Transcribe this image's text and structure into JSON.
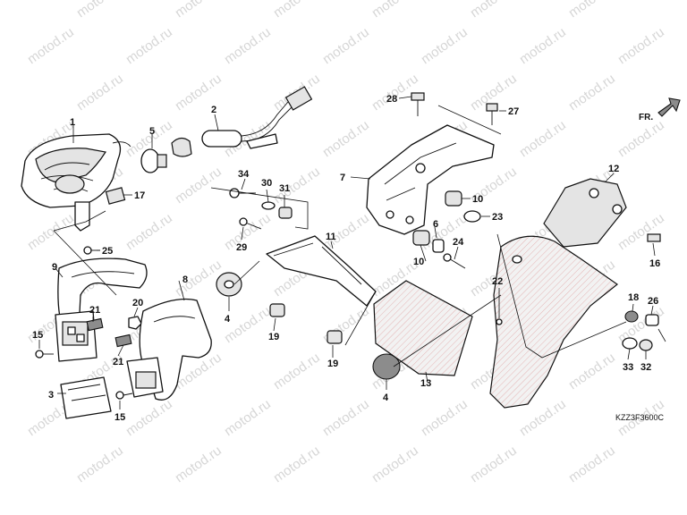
{
  "watermark": {
    "text": "motod.ru"
  },
  "direction_label": "FR.",
  "diagram_code": "KZZ3F3600C",
  "callouts": {
    "p1": "1",
    "p2": "2",
    "p3": "3",
    "p4a": "4",
    "p4b": "4",
    "p5": "5",
    "p6": "6",
    "p7": "7",
    "p8": "8",
    "p9": "9",
    "p10a": "10",
    "p10b": "10",
    "p11": "11",
    "p12": "12",
    "p13": "13",
    "p15a": "15",
    "p15b": "15",
    "p16": "16",
    "p17": "17",
    "p18": "18",
    "p19a": "19",
    "p19b": "19",
    "p20": "20",
    "p21a": "21",
    "p21b": "21",
    "p22": "22",
    "p23": "23",
    "p24": "24",
    "p25": "25",
    "p26": "26",
    "p27": "27",
    "p28": "28",
    "p29": "29",
    "p30": "30",
    "p31": "31",
    "p32": "32",
    "p33": "33",
    "p34": "34"
  }
}
